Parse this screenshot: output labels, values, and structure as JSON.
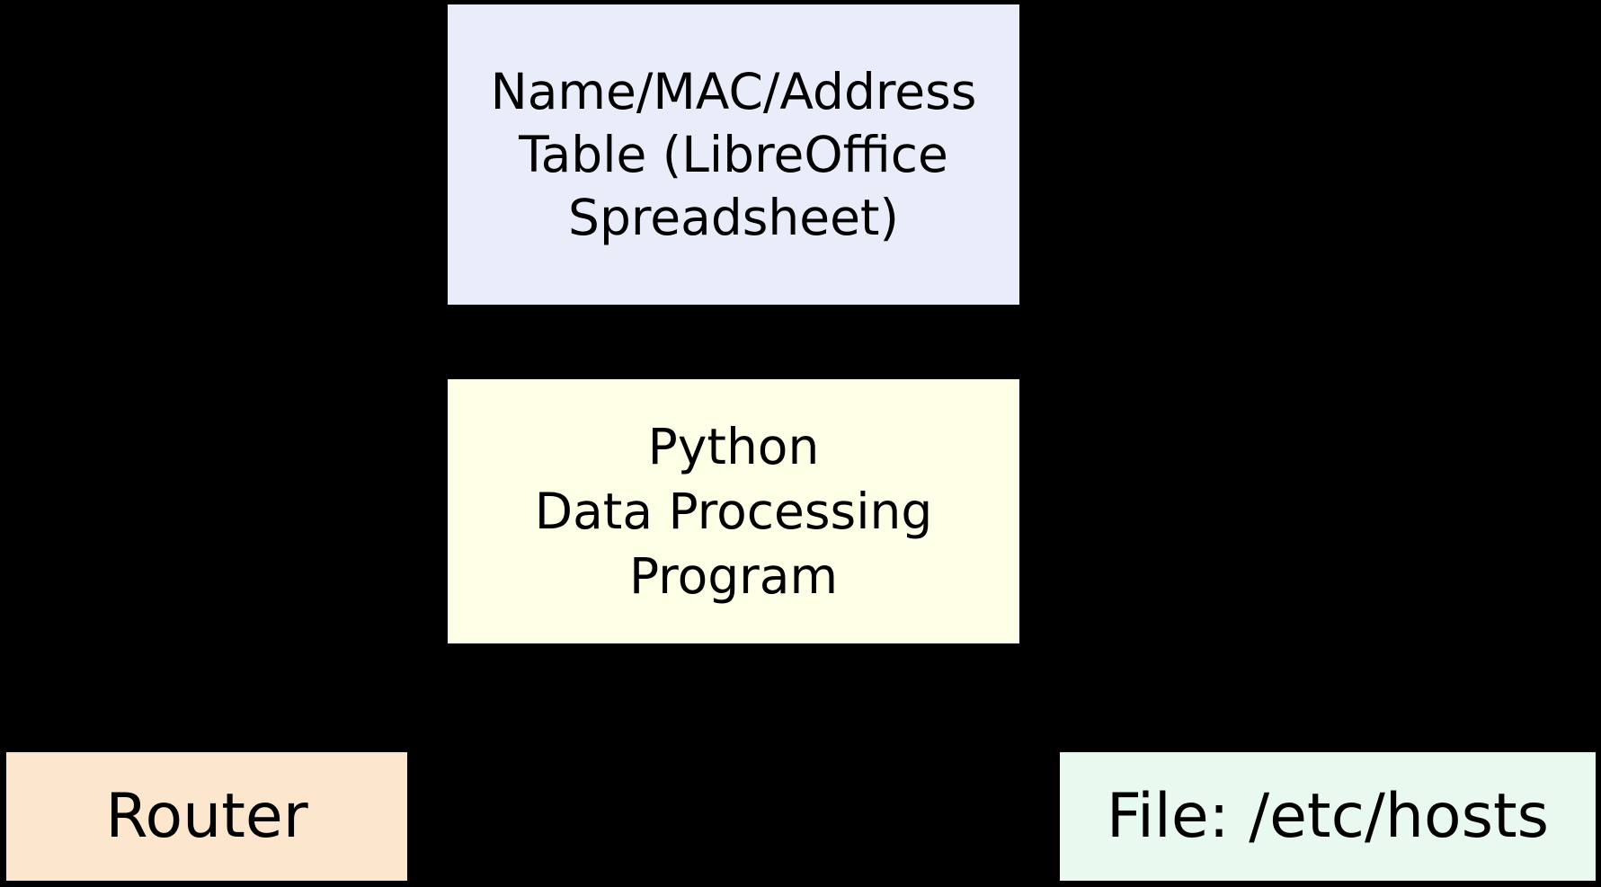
{
  "diagram": {
    "background_color": "#000000",
    "text_color": "#000000",
    "nodes": {
      "spreadsheet": {
        "label": "Name/MAC/Address Table (LibreOffice Spreadsheet)",
        "lines": [
          "Name/MAC/Address",
          "Table (LibreOffice",
          "Spreadsheet)"
        ],
        "fill": "#E9EDFA"
      },
      "python_program": {
        "label": "Python Data Processing Program",
        "lines": [
          "Python",
          "Data Processing",
          "Program"
        ],
        "fill": "#FFFFE8"
      },
      "router": {
        "label": "Router",
        "lines": [
          "Router"
        ],
        "fill": "#FCE6CD"
      },
      "hosts_file": {
        "label": "File: /etc/hosts",
        "lines": [
          "File: /etc/hosts"
        ],
        "fill": "#E9F9EF"
      }
    }
  }
}
